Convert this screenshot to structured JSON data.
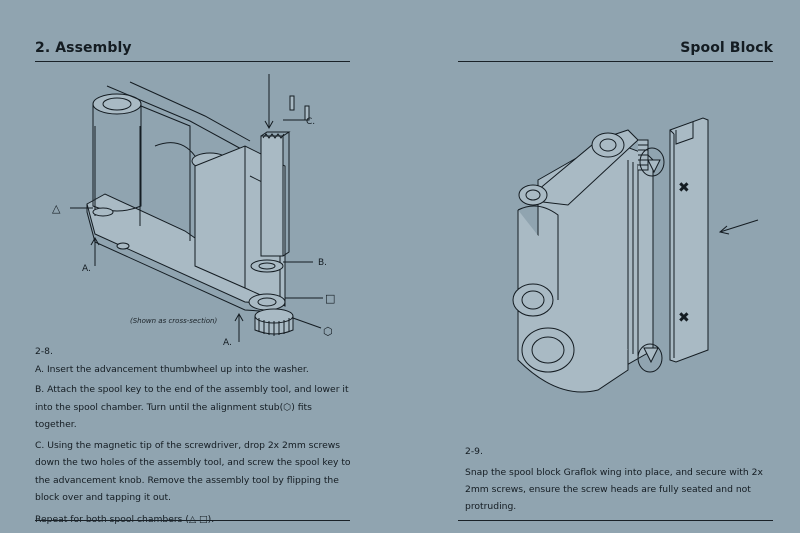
{
  "left": {
    "title": "2. Assembly",
    "callouts": {
      "c": "C.",
      "a1": "A.",
      "b": "B.",
      "a2": "A.",
      "triangle": "△",
      "square": "□",
      "hexagon": "⬡"
    },
    "caption": "(Shown as cross-section)",
    "step_number": "2-8.",
    "step_a": "A. Insert the advancement thumbwheel up into the washer.",
    "step_b": "B. Attach the spool key to the end of the assembly tool, and lower it into the spool chamber. Turn until the alignment stub(⬡) fits together.",
    "step_c": "C. Using the magnetic tip of the screwdriver, drop 2x 2mm screws down the two holes of the assembly tool, and screw the spool key to the advancement knob. Remove the assembly tool by flipping the block over and tapping it out.",
    "repeat": "Repeat for both spool chambers (△ □)."
  },
  "right": {
    "title": "Spool Block",
    "marks": {
      "x_top": "✖",
      "x_bottom": "✖"
    },
    "step_number": "2-9.",
    "step_text": "Snap the spool block Graflok wing into place, and secure with 2x 2mm screws, ensure the screw heads are fully seated and not protruding."
  },
  "colors": {
    "background": "#90a4b0",
    "ink": "#141c22",
    "part_fill": "#a9bac4"
  }
}
